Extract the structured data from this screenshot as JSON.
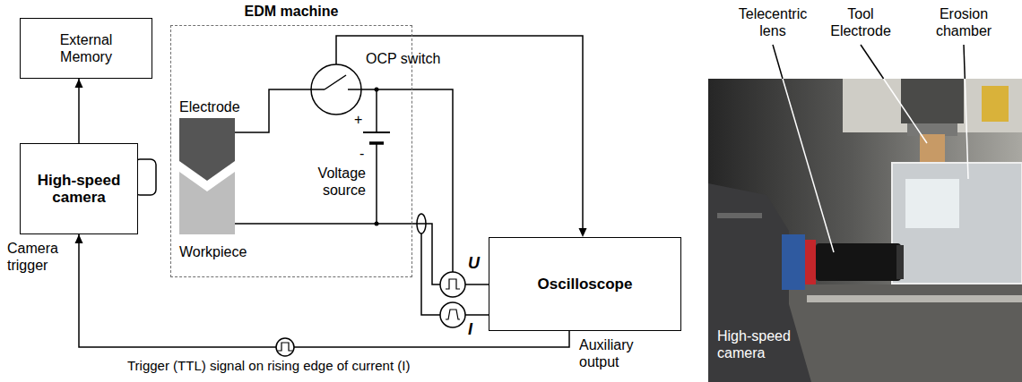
{
  "diagram": {
    "nodes": [
      {
        "text": [
          "External Memory"
        ]
      },
      {
        "text": [
          "EDM machine"
        ]
      },
      {
        "text": [
          "High-speed camera"
        ]
      },
      {
        "text": [
          "Oscilloscope"
        ]
      }
    ],
    "edges": [
      {
        "from": 2,
        "to": 0,
        "arrow": "to"
      },
      {
        "from": 3,
        "to": 2,
        "arrow": "to",
        "label": "Trigger (TTL) signal on rising edge of current (I)"
      }
    ],
    "labels": [
      "Electrode",
      "OCP switch",
      "Voltage source",
      "+",
      "-",
      "Workpiece",
      "U",
      "I",
      "Camera trigger",
      "Auxiliary output",
      "Telecentric lens",
      "Tool Electrode",
      "Erosion chamber",
      "High-speed camera"
    ]
  }
}
